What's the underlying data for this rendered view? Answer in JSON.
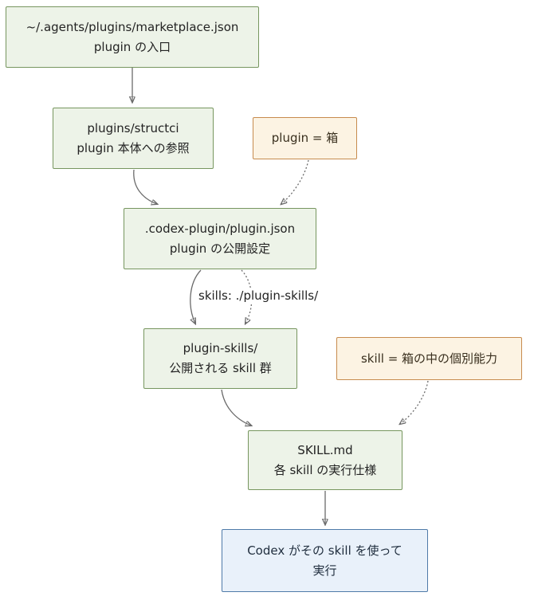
{
  "diagram": {
    "nodes": [
      {
        "id": "marketplace-json",
        "title": "~/.agents/plugins/marketplace.json",
        "subtitle": "plugin の入口",
        "color": "green"
      },
      {
        "id": "plugins-structci",
        "title": "plugins/structci",
        "subtitle": "plugin 本体への参照",
        "color": "green"
      },
      {
        "id": "plugin-note",
        "title": "plugin = 箱",
        "color": "orange"
      },
      {
        "id": "codex-plugin-json",
        "title": ".codex-plugin/plugin.json",
        "subtitle": "plugin の公開設定",
        "color": "green"
      },
      {
        "id": "plugin-skills",
        "title": "plugin-skills/",
        "subtitle": "公開される skill 群",
        "color": "green"
      },
      {
        "id": "skill-note",
        "title": "skill = 箱の中の個別能力",
        "color": "orange"
      },
      {
        "id": "skill-md",
        "title": "SKILL.md",
        "subtitle": "各 skill の実行仕様",
        "color": "green"
      },
      {
        "id": "codex-exec",
        "title": "Codex がその skill を使って",
        "subtitle": "実行",
        "color": "blue"
      }
    ],
    "edge_label": "skills: ./plugin-skills/",
    "colors": {
      "green_fill": "#edf3e8",
      "green_border": "#77965f",
      "orange_fill": "#fcf3e3",
      "orange_border": "#c78b4e",
      "blue_fill": "#e9f1fa",
      "blue_border": "#4f7aa8",
      "edge_stroke": "#6b6b6b",
      "arrowhead": "#555555",
      "text": "#232323"
    }
  }
}
